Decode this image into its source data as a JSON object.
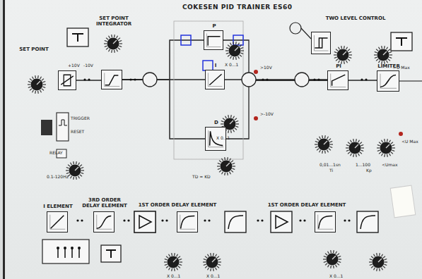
{
  "diagram": {
    "title": "COKESEN PID TRAINER ES60",
    "nodes": [
      {
        "text": [
          "SET POINT INTEGRATOR"
        ]
      },
      {
        "text": [
          "P"
        ]
      },
      {
        "text": [
          "TWO LEVEL CONTROL"
        ]
      },
      {
        "text": [
          "SET POINT"
        ]
      },
      {
        "text": [
          "I"
        ]
      },
      {
        "text": [
          "PI"
        ]
      },
      {
        "text": [
          "LIMITER"
        ]
      },
      {
        "text": [
          "D"
        ]
      },
      {
        "text": [
          "I ELEMENT"
        ]
      },
      {
        "text": [
          "3RD ORDER DELAY ELEMENT"
        ]
      },
      {
        "text": [
          "1ST ORDER DELAY ELEMENT"
        ]
      },
      {
        "text": [
          "1ST ORDER DELAY ELEMENT"
        ]
      }
    ],
    "edges": [
      {
        "from": 3,
        "to": 0,
        "arrow": "none"
      },
      {
        "from": 0,
        "to": 1,
        "arrow": "none"
      },
      {
        "from": 0,
        "to": 4,
        "arrow": "none"
      },
      {
        "from": 0,
        "to": 7,
        "arrow": "none"
      },
      {
        "from": 1,
        "to": 5,
        "arrow": "none"
      },
      {
        "from": 4,
        "to": 5,
        "arrow": "none"
      },
      {
        "from": 7,
        "to": 5,
        "arrow": "none"
      },
      {
        "from": 5,
        "to": 6,
        "arrow": "none"
      }
    ],
    "labels": [
      "+10V",
      "-10V",
      "X 0...1",
      ">10V",
      "X 0...1",
      ">-10V",
      "TD = KD",
      "0.1-120Hz",
      "RELAY",
      "0,01...1sn",
      "Ti",
      "1...100",
      "Kp",
      "<Umax",
      ">U Max",
      "<U Max",
      "X 0...1",
      "X 0...1",
      "X 0...1",
      "TRIGGER",
      "RESET"
    ]
  }
}
